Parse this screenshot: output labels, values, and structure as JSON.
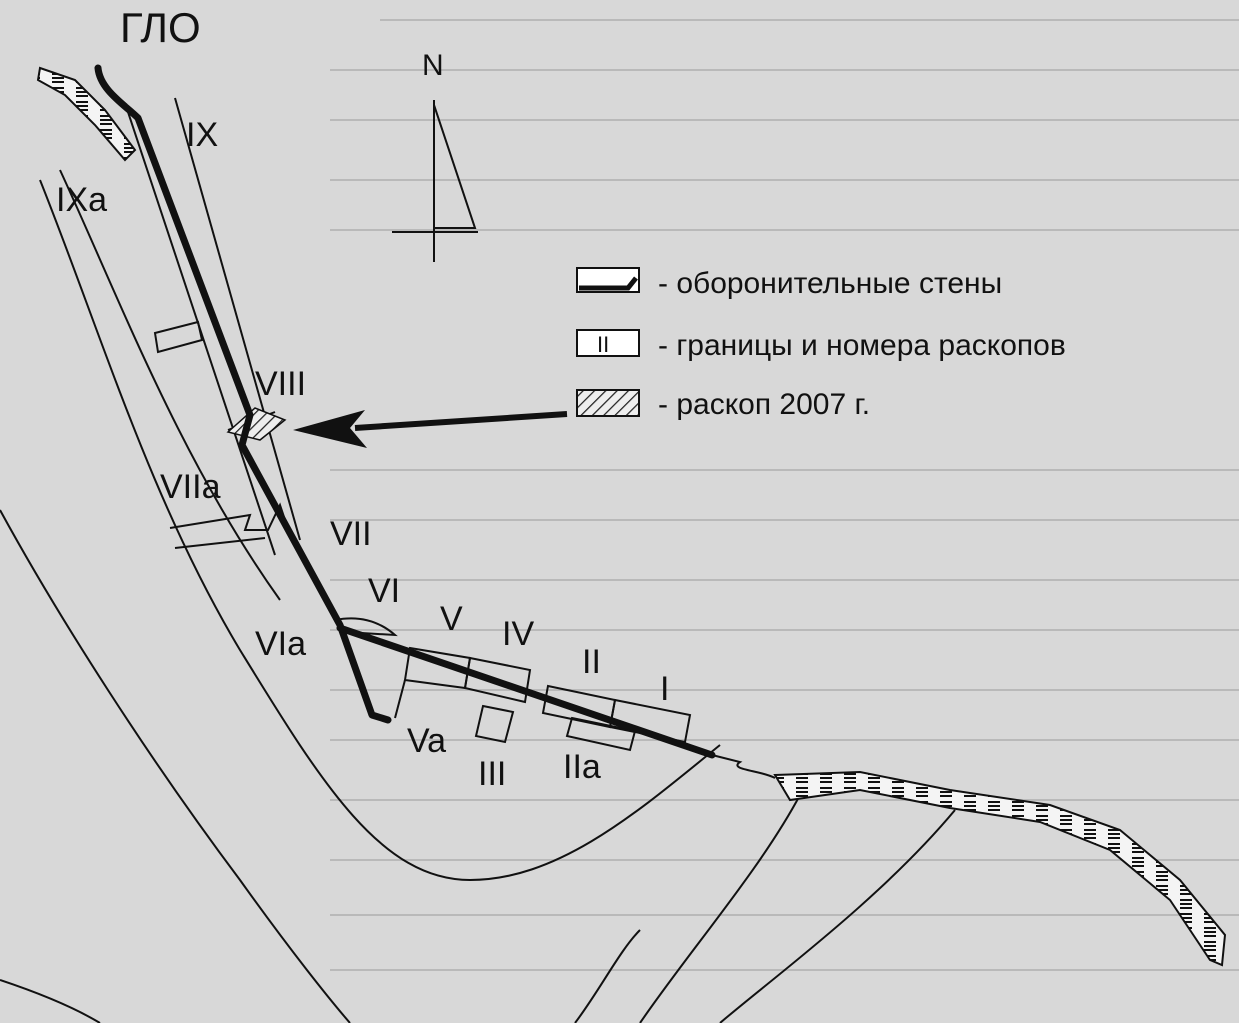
{
  "map": {
    "title": "ГЛО",
    "north_label": "N",
    "legend": {
      "walls": "- оборонительные стены",
      "boundaries": "- границы и номера раскопов",
      "boundaries_sample": "II",
      "excavation_2007": "- раскоп 2007 г."
    },
    "labels": {
      "IX": "IX",
      "IXa": "IXa",
      "VIII": "VIII",
      "VIIa": "VIIa",
      "VII": "VII",
      "VI": "VI",
      "VIa": "VIa",
      "V": "V",
      "Va": "Va",
      "IV": "IV",
      "III": "III",
      "II": "II",
      "IIa": "IIa",
      "I": "I"
    }
  }
}
